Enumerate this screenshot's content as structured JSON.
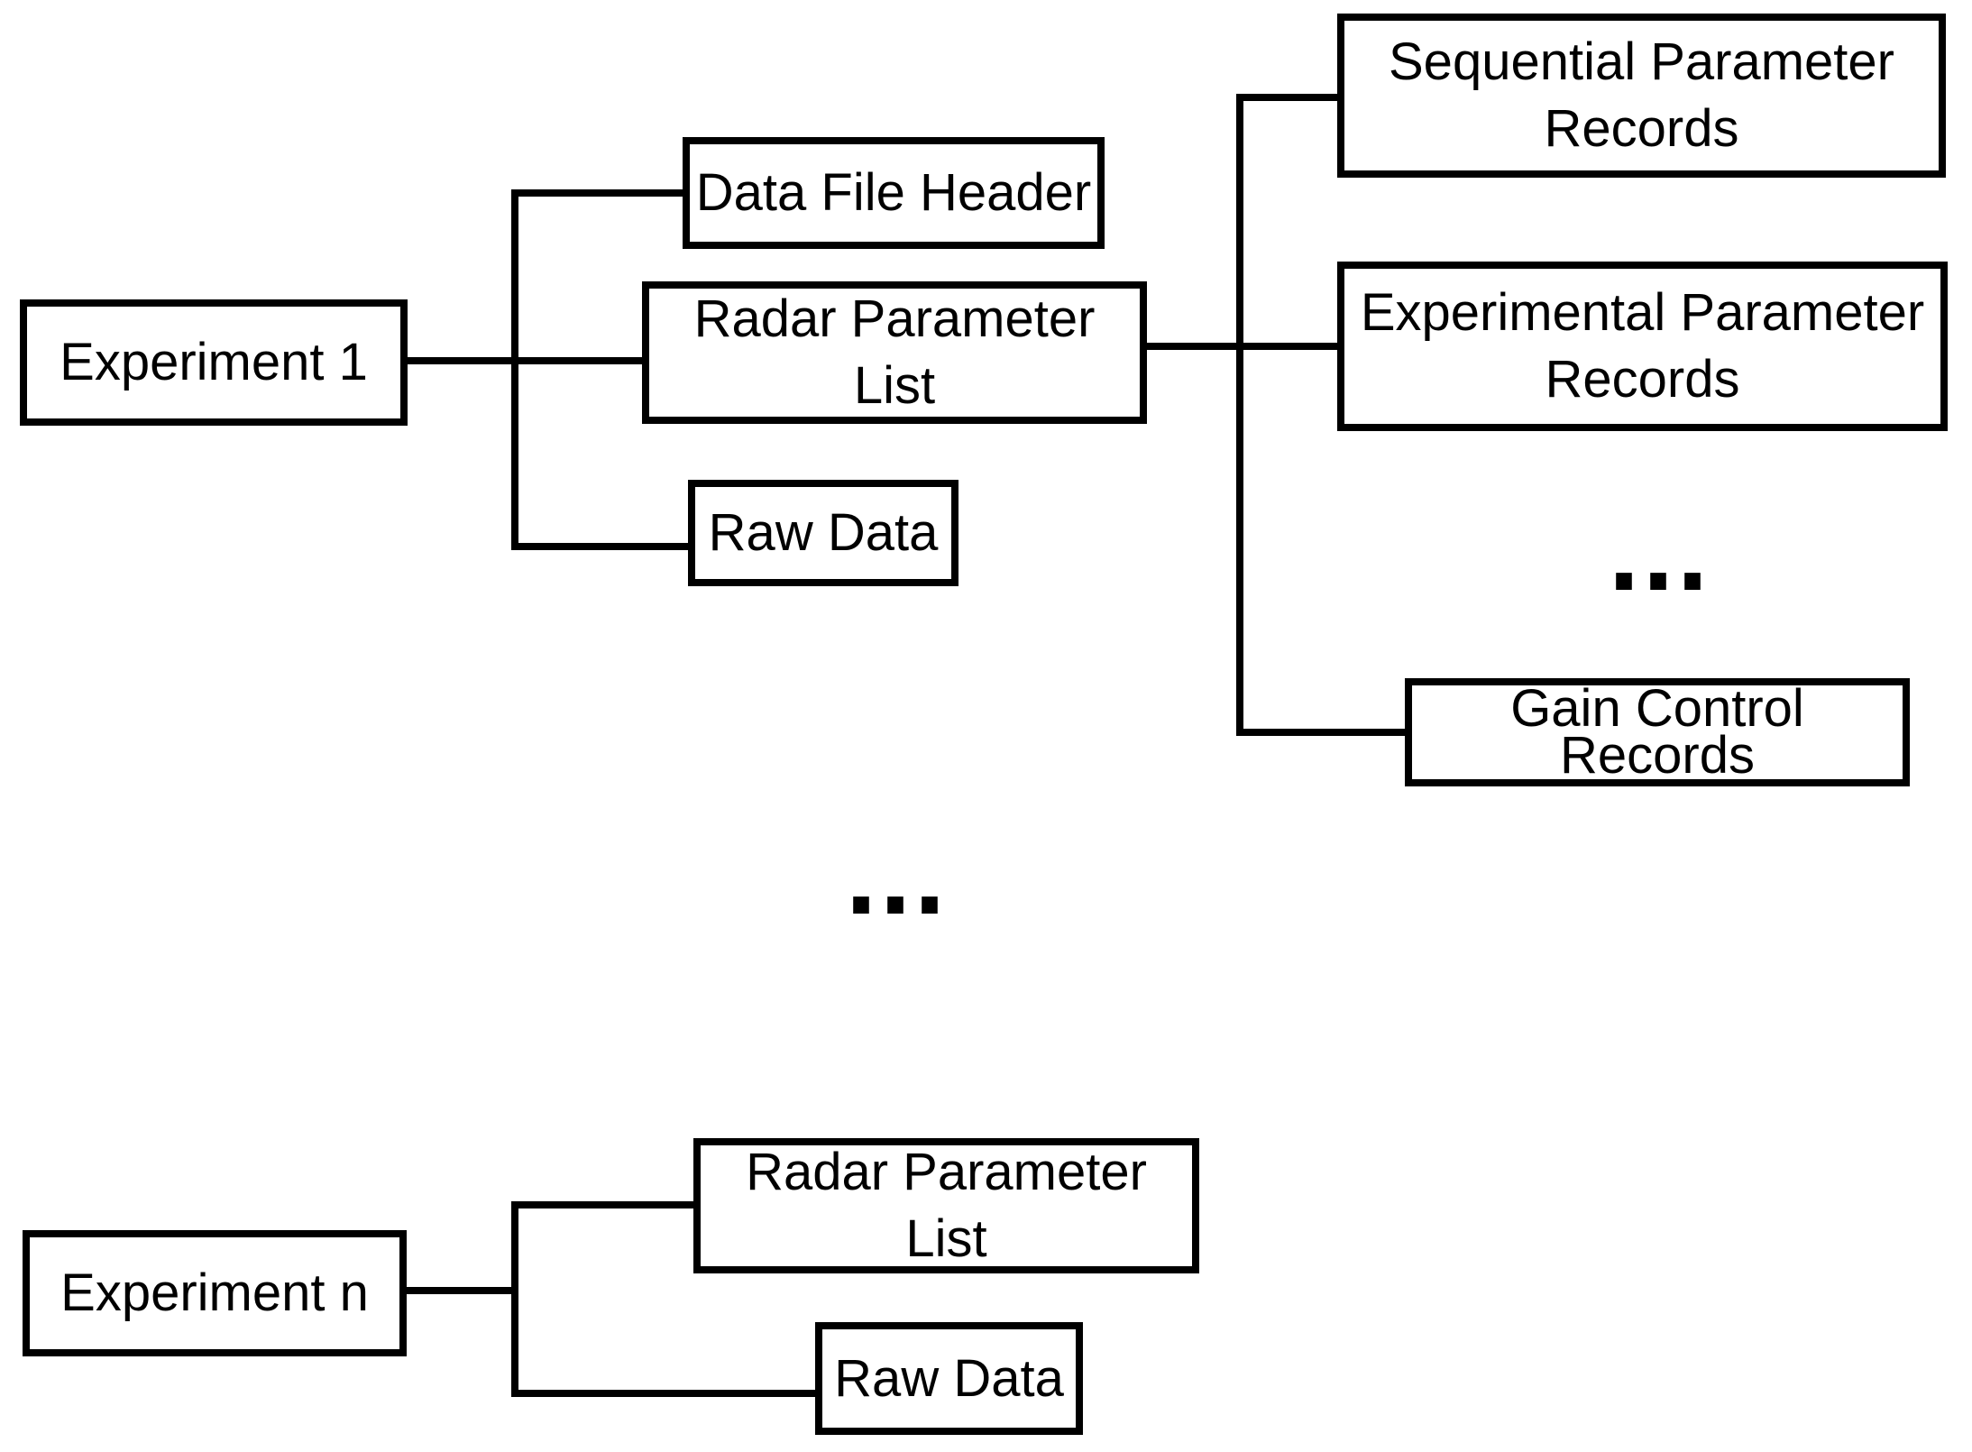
{
  "diagram": {
    "description": "Radar experiment data-file structure tree diagram",
    "colors": {
      "ink": "#000000",
      "background": "#ffffff"
    },
    "nodes": {
      "experiment_1": {
        "label": "Experiment 1"
      },
      "data_file_header": {
        "label": "Data File Header"
      },
      "radar_parameter_list_1": {
        "line1": "Radar Parameter",
        "line2": "List"
      },
      "raw_data_1": {
        "label": "Raw Data"
      },
      "sequential_parameter_records": {
        "line1": "Sequential Parameter",
        "line2": "Records"
      },
      "experimental_parameter_records": {
        "line1": "Experimental Parameter",
        "line2": "Records"
      },
      "gain_control_records": {
        "line1": "Gain Control",
        "line2": "Records"
      },
      "experiment_n": {
        "label": "Experiment n"
      },
      "radar_parameter_list_n": {
        "line1": "Radar Parameter",
        "line2": "List"
      },
      "raw_data_n": {
        "label": "Raw Data"
      }
    },
    "ellipsis": {
      "records_more": "...",
      "experiments_more": "..."
    }
  }
}
